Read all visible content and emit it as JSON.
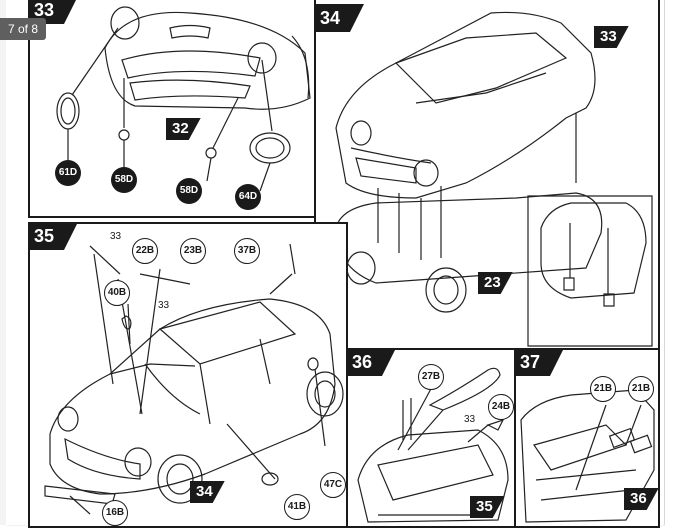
{
  "viewer": {
    "page_counter": "7 of 8"
  },
  "steps": {
    "s33": {
      "label": "33",
      "callouts": {
        "c61d": "61D",
        "c58d_a": "58D",
        "c58d_b": "58D",
        "c64d": "64D"
      },
      "corner": "32"
    },
    "s34": {
      "label": "34",
      "corner_33": "33",
      "corner_23": "23"
    },
    "s35": {
      "label": "35",
      "callouts": {
        "c22b": "22B",
        "c23b": "23B",
        "c37b": "37B",
        "c40b": "40B",
        "c16b": "16B",
        "c41b": "41B",
        "c47c": "47C"
      },
      "small_33_a": "33",
      "small_33_b": "33",
      "corner": "34"
    },
    "s36": {
      "label": "36",
      "callouts": {
        "c27b": "27B",
        "c24b": "24B"
      },
      "small_33": "33",
      "corner": "35"
    },
    "s37": {
      "label": "37",
      "callouts": {
        "c21b_a": "21B",
        "c21b_b": "21B"
      },
      "corner": "36"
    }
  }
}
